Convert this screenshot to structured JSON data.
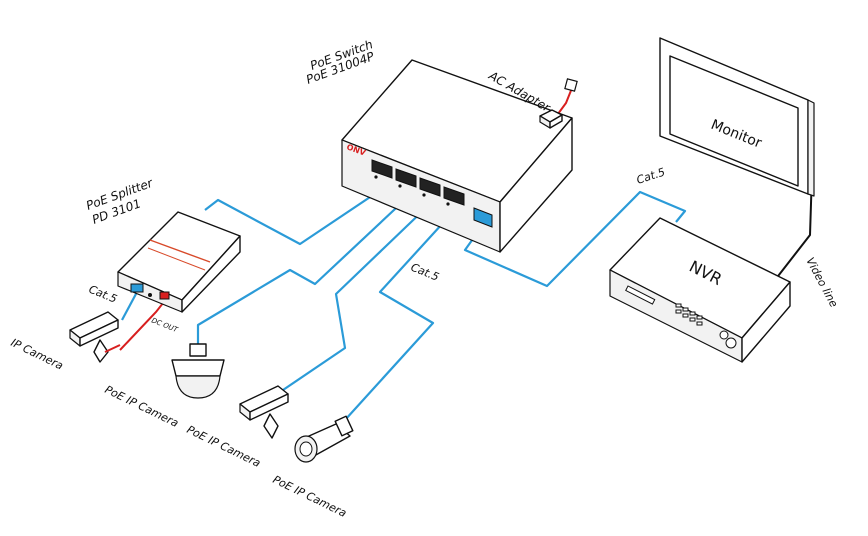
{
  "labels": {
    "switch_line1": "PoE  Switch",
    "switch_line2": "PoE 31004P",
    "ac_adapter": "AC Adapter",
    "splitter_line1": "PoE Splitter",
    "splitter_line2": "PD 3101",
    "cat5_left": "Cat.5",
    "cat5_mid": "Cat.5",
    "cat5_right": "Cat.5",
    "dc_out": "DC OUT",
    "ip_camera": "IP Camera",
    "poe_cam_1": "PoE IP Camera",
    "poe_cam_2": "PoE IP Camera",
    "poe_cam_3": "PoE IP Camera",
    "monitor": "Monitor",
    "nvr": "NVR",
    "video_line": "Video line",
    "brand": "ONV"
  },
  "colors": {
    "network_cable": "#2b9bd8",
    "power_cable": "#d81f1f",
    "video_cable": "#111111",
    "brand": "#d81f1f"
  }
}
